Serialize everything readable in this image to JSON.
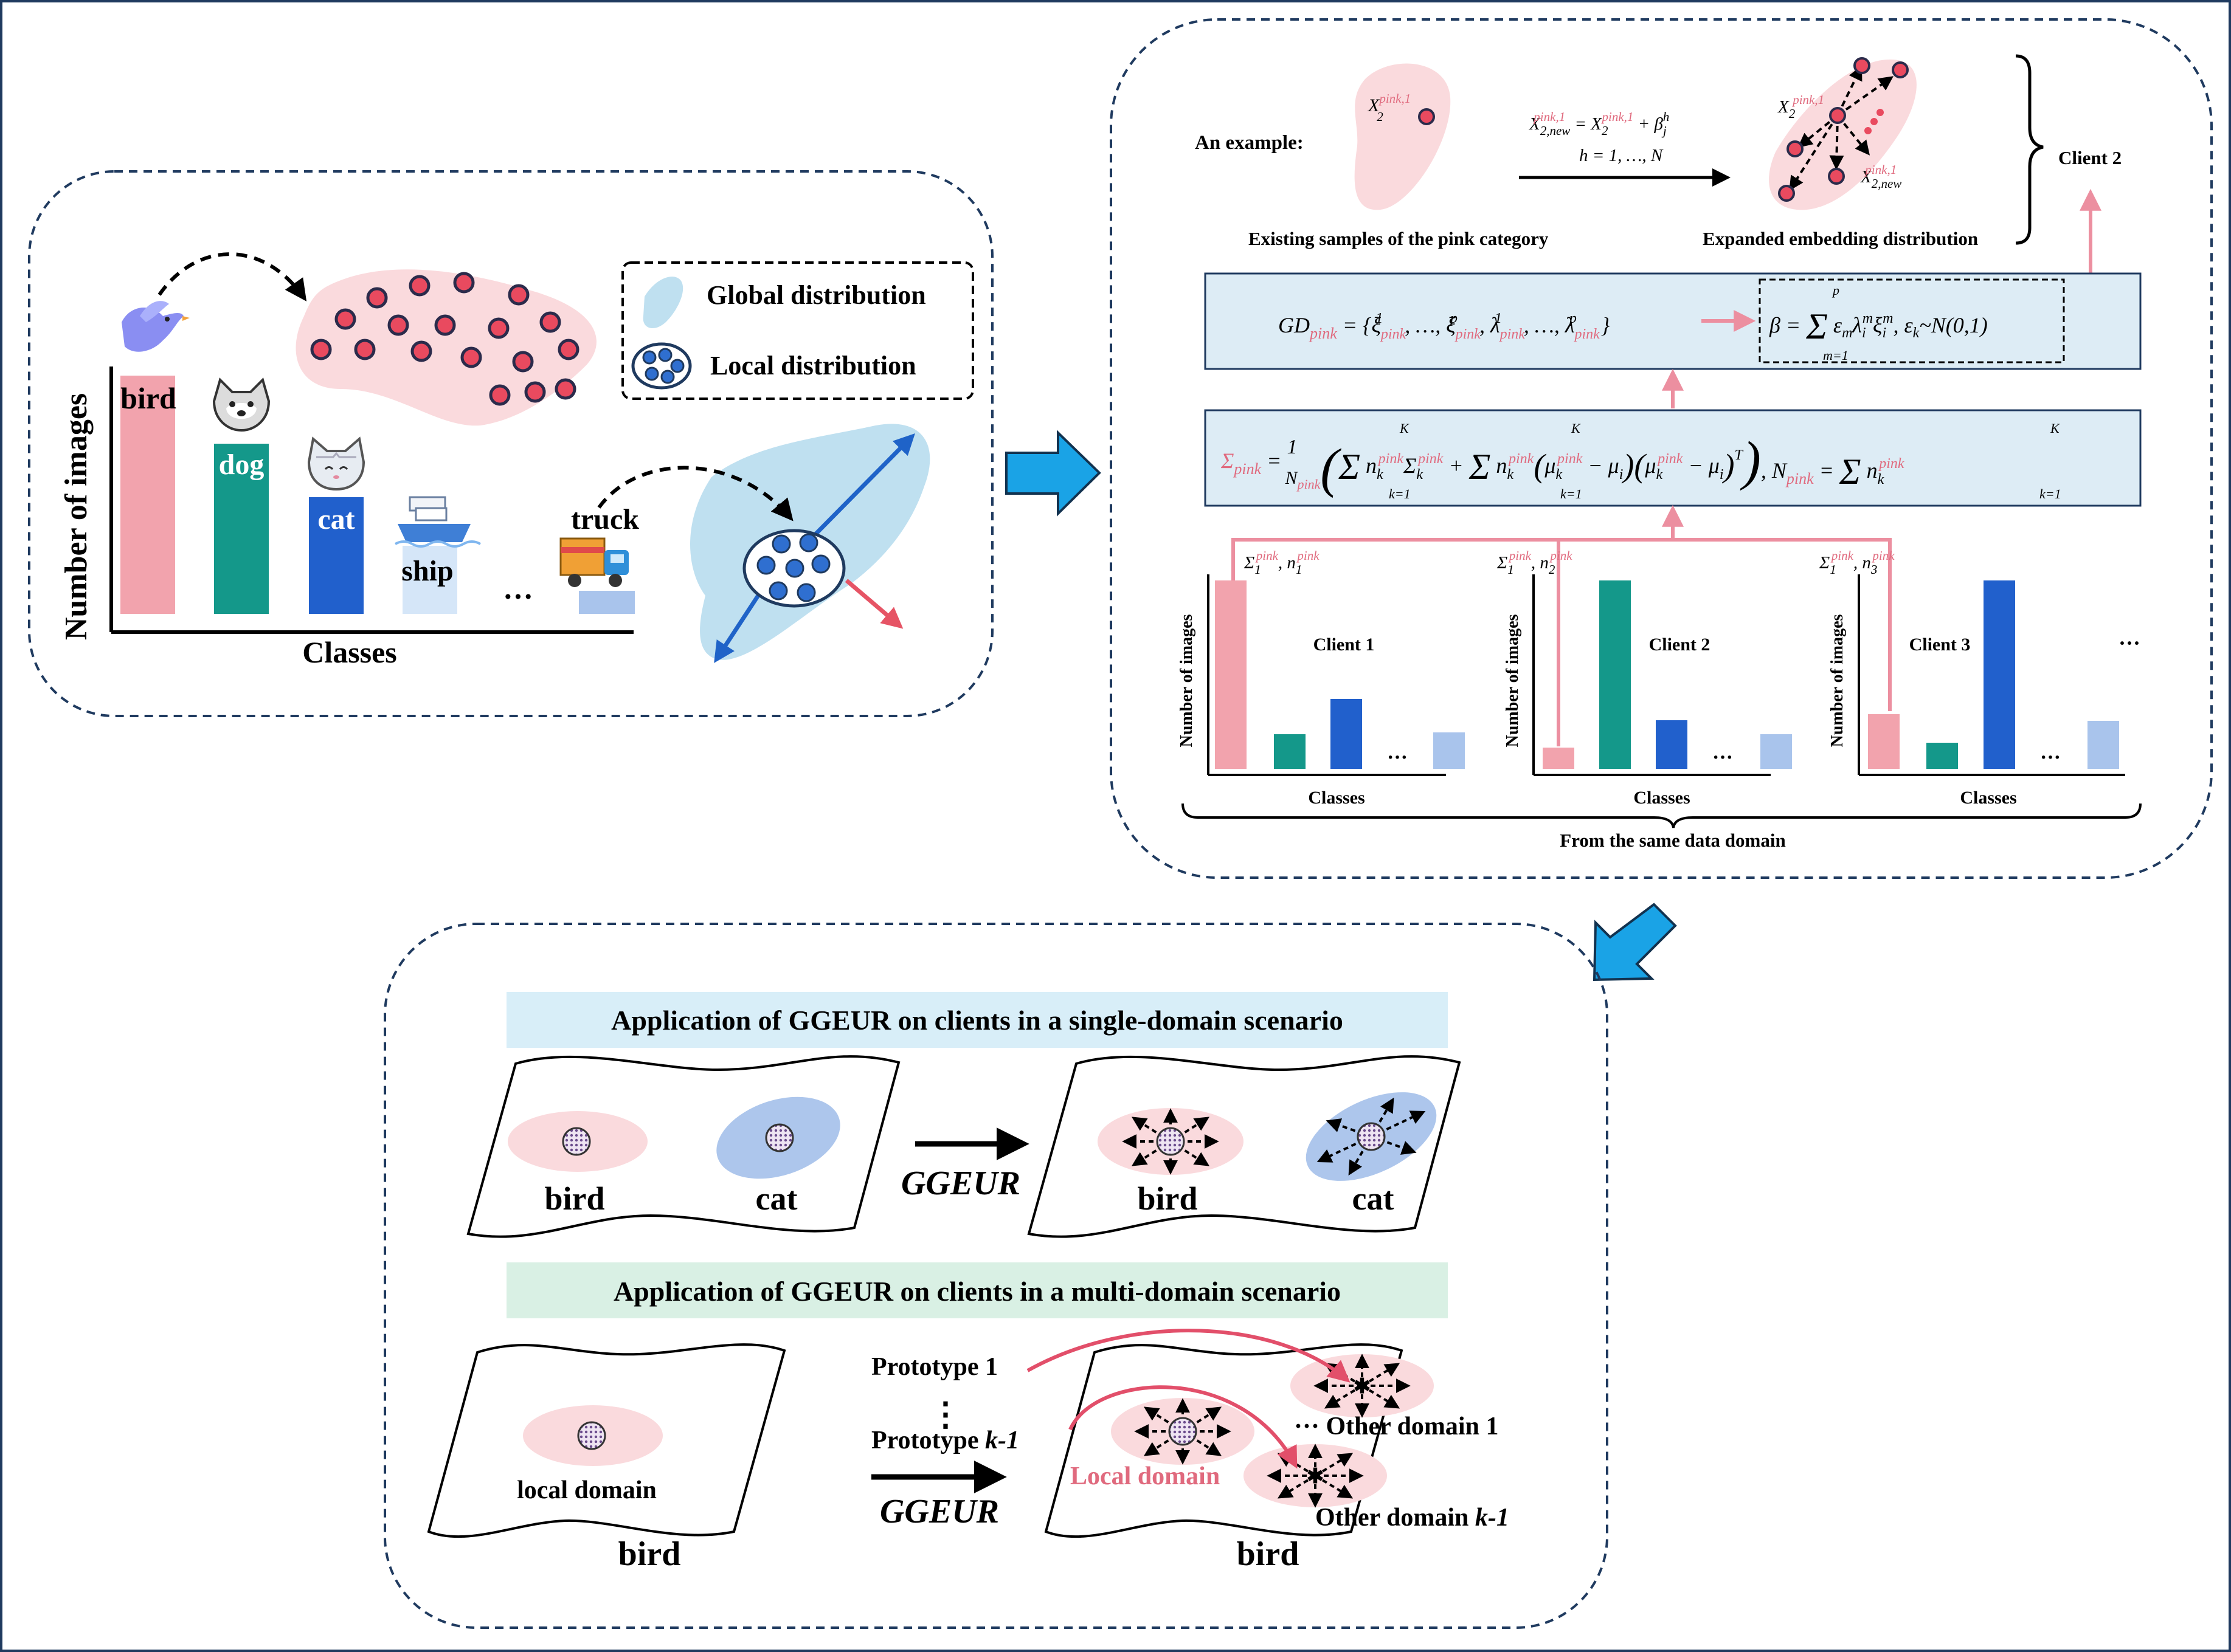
{
  "colors": {
    "pink_bar": "#f2a3ad",
    "teal_bar": "#14988a",
    "blue_bar": "#2160cc",
    "light_blue_bar": "#a9c4ec",
    "pink_blob": "#fadadd",
    "blue_blob": "#bfe0f0",
    "arrow_pink": "#ec8fa0",
    "formula_box": "#ddecf5",
    "single_domain_title_bg": "#d8eef8",
    "multi_domain_title_bg": "#d9f0e4",
    "big_arrow": "#1aa3e6"
  },
  "left_panel": {
    "legend": {
      "global": "Global distribution",
      "local": "Local distribution"
    },
    "chart": {
      "ylabel": "Number of images",
      "xlabel": "Classes",
      "bars": [
        {
          "label": "bird",
          "icon": "bird-icon"
        },
        {
          "label": "dog",
          "icon": "dog-icon"
        },
        {
          "label": "cat",
          "icon": "cat-icon"
        },
        {
          "label": "ship",
          "icon": "ship-icon"
        },
        {
          "label": "truck",
          "icon": "truck-icon"
        }
      ],
      "ellipsis": "···"
    }
  },
  "right_panel": {
    "example_label": "An example:",
    "existing_caption": "Existing samples of the pink category",
    "expanded_caption": "Expanded embedding distribution",
    "client2_label": "Client 2",
    "eq_h": "h = 1, …, N",
    "gd_formula": "GD_pink = {ξ¹_pink, …, ξᵖ_pink, λ¹_pink, …, λᵖ_pink}",
    "beta_formula": "β = Σ_{m=1}^{p} ε_m λ_i^m ξ_i^m , ε_k ~ N(0,1)",
    "sigma_formula": "Σ_pink = (1/N_pink)(Σ_{k=1}^{K} n_k^pink Σ_k^pink + Σ_{k=1}^{K} n_k^pink (μ_k^pink − μ_i)(μ_k^pink − μ_i)^T), N_pink = Σ_{k=1}^{K} n_k^pink",
    "clients": [
      {
        "title": "Client 1",
        "ylabel": "Number of images",
        "xlabel": "Classes",
        "stats": "Σ₁^pink, n₁^pink"
      },
      {
        "title": "Client 2",
        "ylabel": "Number of images",
        "xlabel": "Classes",
        "stats": "Σ₁^pink, n₂^pink"
      },
      {
        "title": "Client 3",
        "ylabel": "Number of images",
        "xlabel": "Classes",
        "stats": "Σ₁^pink, n₃^pink"
      }
    ],
    "same_domain": "From the same data domain",
    "ellipsis": "···"
  },
  "bottom_panel": {
    "single_title": "Application of GGEUR on clients in a single-domain scenario",
    "multi_title": "Application of GGEUR on clients in a multi-domain scenario",
    "ggeur": "GGEUR",
    "bird": "bird",
    "cat": "cat",
    "local_domain": "local domain",
    "prototype_1": "Prototype 1",
    "prototype_k1_prefix": "Prototype ",
    "prototype_k1_suffix": "k-1",
    "local_domain_label": "Local domain",
    "other_domain_1": "Other domain 1",
    "other_domain_k1_prefix": "Other domain ",
    "other_domain_k1_suffix": "k-1",
    "dots": "⋮",
    "ellipsis": "···"
  }
}
